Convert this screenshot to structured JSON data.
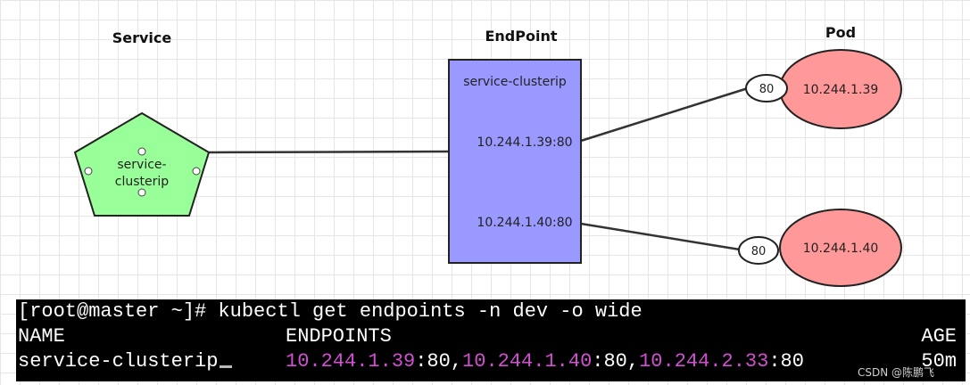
{
  "diagram": {
    "service": {
      "header": "Service",
      "label_line1": "service-",
      "label_line2": "clusterip",
      "fill": "#99ff99"
    },
    "endpoint": {
      "header": "EndPoint",
      "title": "service-clusterip",
      "entry1": "10.244.1.39:80",
      "entry2": "10.244.1.40:80",
      "fill": "#9999ff"
    },
    "pods": {
      "header": "Pod",
      "fill": "#ff9999",
      "items": [
        {
          "ip": "10.244.1.39",
          "port": "80"
        },
        {
          "ip": "10.244.1.40",
          "port": "80"
        }
      ]
    }
  },
  "terminal": {
    "command": "[root@master ~]# kubectl get endpoints -n dev -o wide",
    "headers": {
      "name": "NAME",
      "endpoints": "ENDPOINTS",
      "age": "AGE"
    },
    "row": {
      "name": "service-clusterip",
      "endpoints": [
        {
          "ip": "10.244.1.39",
          "port": ":80,"
        },
        {
          "ip": "10.244.1.40",
          "port": ":80,"
        },
        {
          "ip": "10.244.2.33",
          "port": ":80"
        }
      ],
      "age": "50m"
    },
    "ip_color": "#d24fd2"
  },
  "watermark": "CSDN @陈鹏飞"
}
